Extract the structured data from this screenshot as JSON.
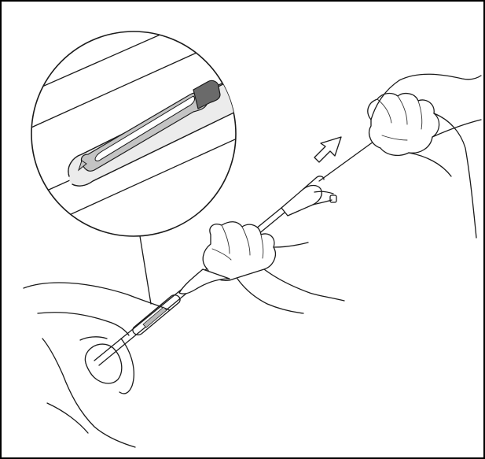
{
  "figure": {
    "colors": {
      "line": "#1a1a1a",
      "device_gray": "#b8b8b8",
      "tip_dark": "#5a5a5a",
      "background": "#ffffff",
      "border": "#000000"
    },
    "icons": [
      "magnifier-callout",
      "pull-direction-arrow",
      "catheter",
      "hand"
    ]
  }
}
